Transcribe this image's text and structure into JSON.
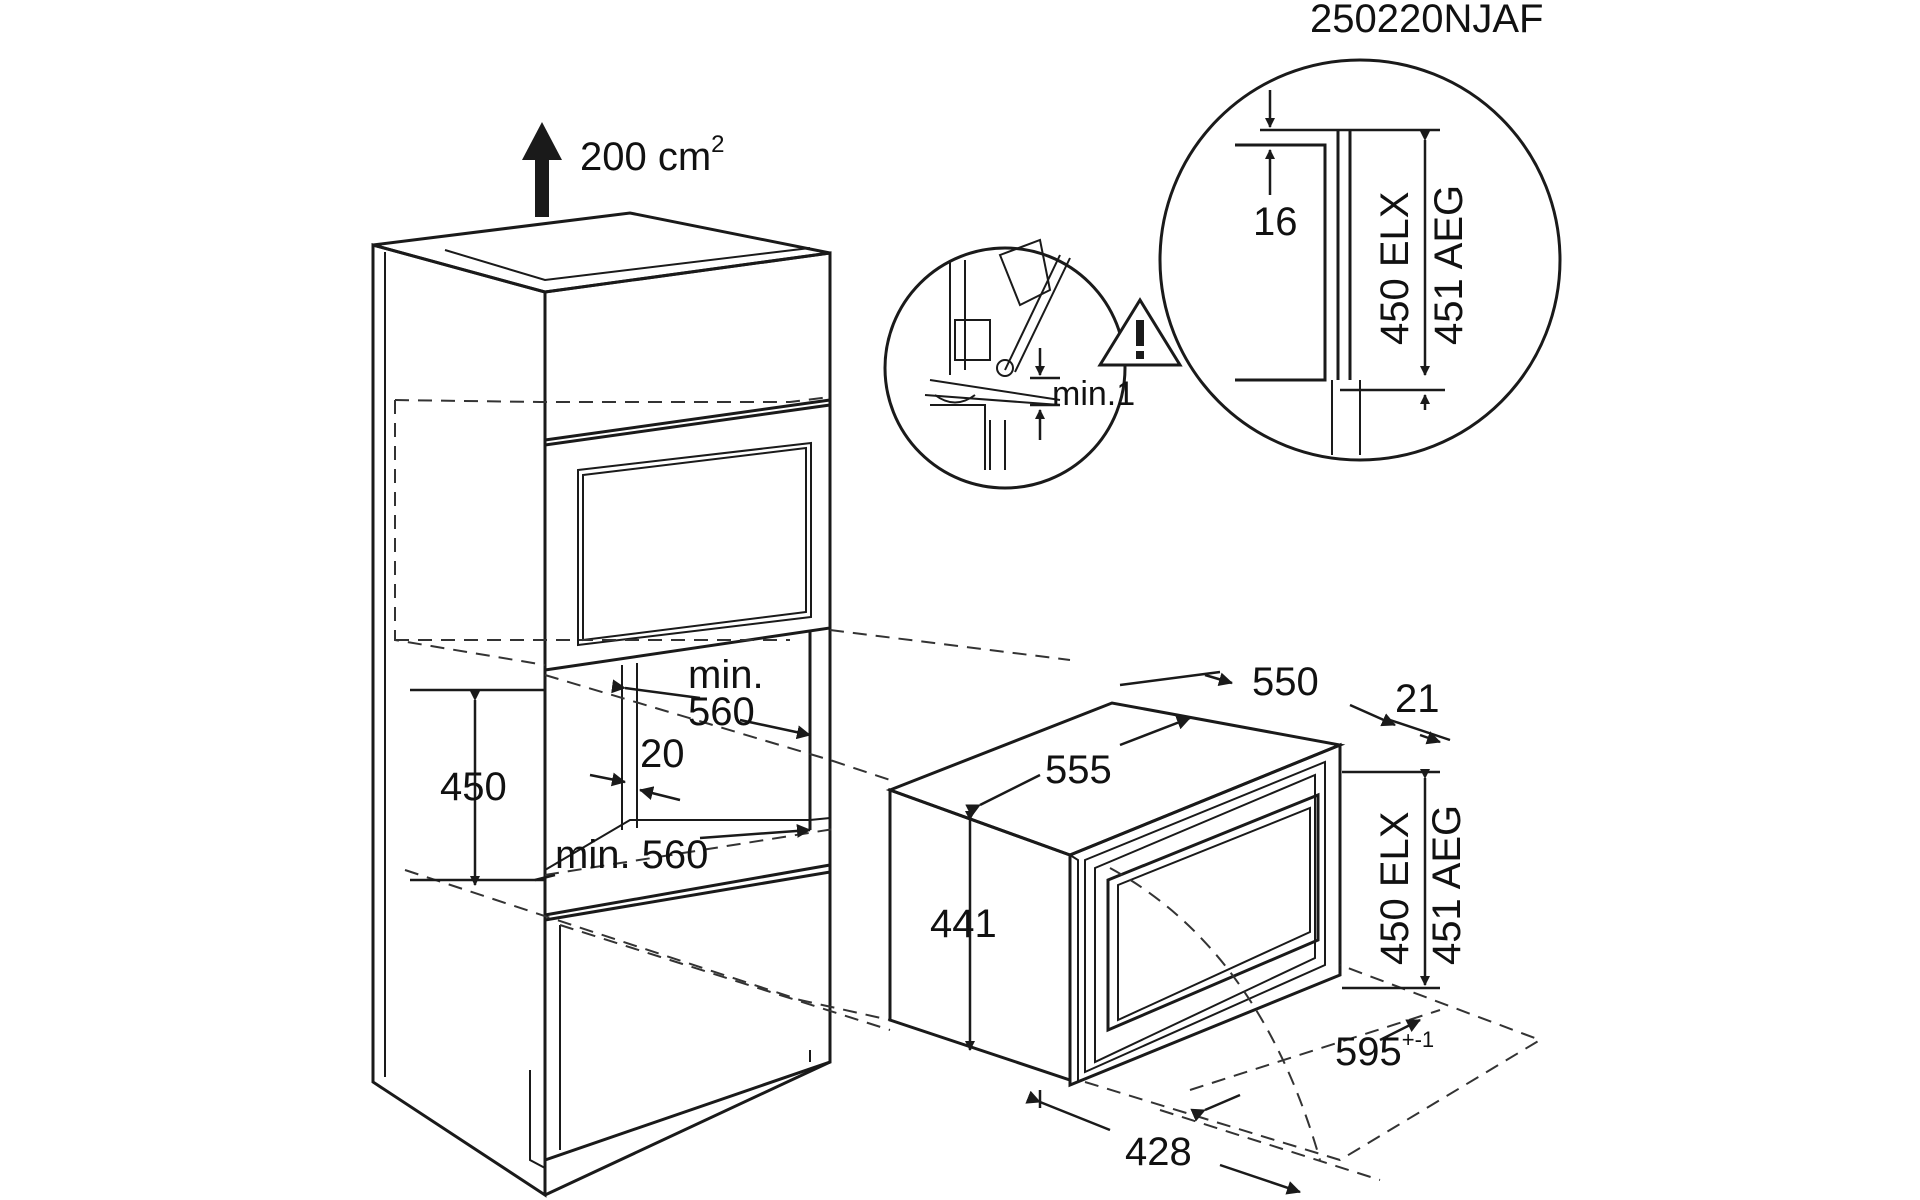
{
  "document_code": "250220NJAF",
  "ventilation_label": "200 cm",
  "ventilation_superscript": "2",
  "cabinet": {
    "niche_width_upper": "min.\n560",
    "niche_height": "450",
    "panel_offset": "20",
    "niche_width_lower": "min. 560"
  },
  "appliance": {
    "depth_total": "550",
    "front_depth": "21",
    "inner_width": "555",
    "body_height": "441",
    "height_elx": "450 ELX",
    "height_aeg": "451 AEG",
    "front_width": "595",
    "front_width_tolerance": "+-1",
    "door_depth": "428"
  },
  "detail_top": {
    "gap": "16",
    "height_elx": "450 ELX",
    "height_aeg": "451 AEG"
  },
  "detail_warning": {
    "clearance": "min.1",
    "warning_icon": "warning-triangle-icon"
  }
}
